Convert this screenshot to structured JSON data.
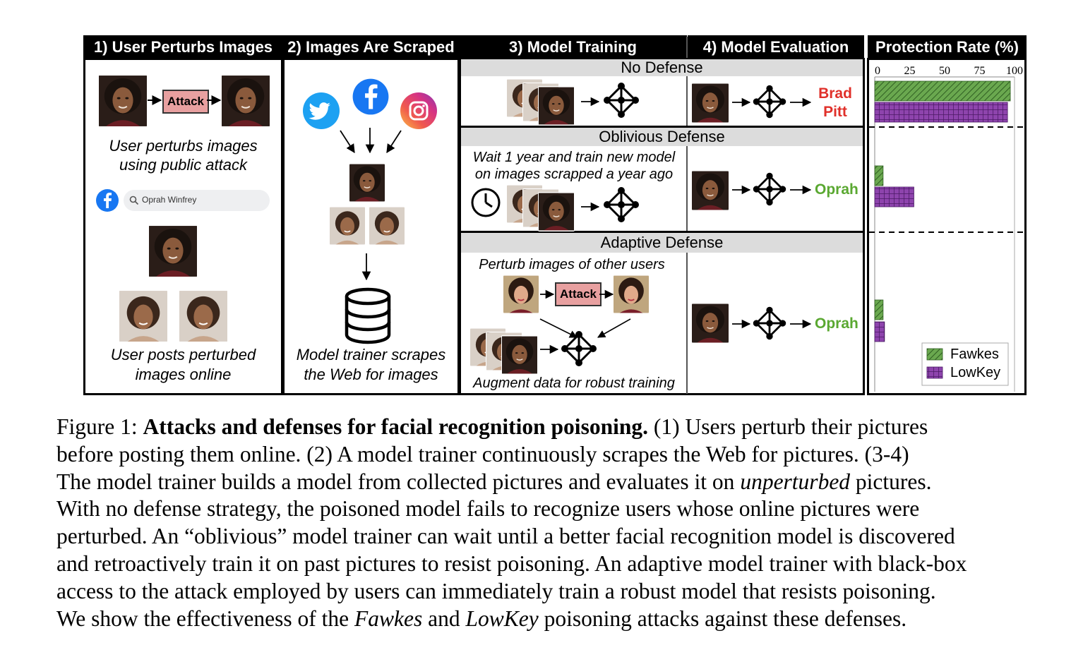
{
  "headers": {
    "h1": "1) User Perturbs Images",
    "h2": "2) Images Are Scraped",
    "h3": "3) Model Training",
    "h4": "4) Model Evaluation",
    "h5": "Protection Rate (%)"
  },
  "panel1": {
    "attack_label": "Attack",
    "caption1_line1": "User perturbs images",
    "caption1_line2": "using public attack",
    "search_text": "Oprah Winfrey",
    "caption2_line1": "User posts perturbed",
    "caption2_line2": "images online"
  },
  "panel2": {
    "caption_line1": "Model trainer scrapes",
    "caption_line2": "the Web for images"
  },
  "rows": {
    "no_defense": {
      "title": "No Defense",
      "result_line1": "Brad",
      "result_line2": "Pitt"
    },
    "oblivious": {
      "title": "Oblivious Defense",
      "desc_line1": "Wait 1 year and train new model",
      "desc_line2": "on images scrapped a year ago",
      "result": "Oprah"
    },
    "adaptive": {
      "title": "Adaptive Defense",
      "desc": "Perturb images of other users",
      "attack_label": "Attack",
      "footer": "Augment data for robust training",
      "result": "Oprah"
    }
  },
  "colors": {
    "fawkes": "#6aa84f",
    "lowkey": "#8e44ad",
    "attack_box": "#e8a0a0",
    "wrong": "#e0302a",
    "right": "#5aa831"
  },
  "chart_data": {
    "type": "bar",
    "orientation": "horizontal",
    "title": "Protection Rate (%)",
    "xlim": [
      0,
      100
    ],
    "xticks": [
      "0",
      "25",
      "50",
      "75",
      "100"
    ],
    "categories": [
      "No Defense",
      "Oblivious Defense",
      "Adaptive Defense"
    ],
    "series": [
      {
        "name": "Fawkes",
        "values": [
          97,
          6,
          6
        ],
        "pattern": "hatch"
      },
      {
        "name": "LowKey",
        "values": [
          95,
          28,
          7
        ],
        "pattern": "grid"
      }
    ],
    "legend": "bottom-right"
  },
  "caption": {
    "fig_label": "Figure 1:",
    "title": "Attacks and defenses for facial recognition poisoning.",
    "l1_rest": " (1) Users perturb their pictures",
    "l2": "before posting them online. (2) A model trainer continuously scrapes the Web for pictures. (3-4)",
    "l3_a": "The model trainer builds a model from collected pictures and evaluates it on ",
    "l3_em": "unperturbed",
    "l3_b": " pictures.",
    "l4": "With no defense strategy, the poisoned model fails to recognize users whose online pictures were",
    "l5": "perturbed. An “oblivious” model trainer can wait until a better facial recognition model is discovered",
    "l6": "and retroactively train it on past pictures to resist poisoning. An adaptive model trainer with black-box",
    "l7": "access to the attack employed by users can immediately train a robust model that resists poisoning.",
    "l8_a": "We show the effectiveness of the ",
    "l8_em1": "Fawkes",
    "l8_b": " and ",
    "l8_em2": "LowKey",
    "l8_c": " poisoning attacks against these defenses."
  }
}
